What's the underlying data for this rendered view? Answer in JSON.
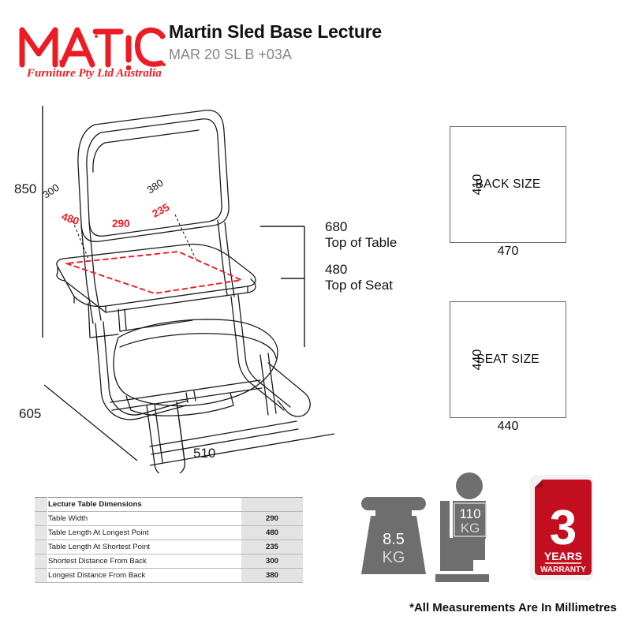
{
  "header": {
    "logo_name": "MATIC",
    "logo_tagline": "Furniture Pty Ltd Australia",
    "title": "Martin Sled Base Lecture",
    "code": "MAR 20 SL B +03A",
    "brand_red": "#e8112d"
  },
  "drawing": {
    "height_overall": "850",
    "depth": "605",
    "width": "510",
    "top_of_table_value": "680",
    "top_of_table_label": "Top of Table",
    "top_of_seat_value": "480",
    "top_of_seat_label": "Top of Seat",
    "tablet_red": "#ee1c25",
    "tablet_dims": {
      "length_longest": "480",
      "width": "290",
      "length_shortest": "235",
      "distance_shortest": "300",
      "distance_longest": "380"
    }
  },
  "size_boxes": [
    {
      "label": "BACK SIZE",
      "height": "410",
      "width": "470"
    },
    {
      "label": "SEAT SIZE",
      "height": "440",
      "width": "440"
    }
  ],
  "spec_table": {
    "title": "Lecture Table Dimensions",
    "rows": [
      {
        "name": "Table Width",
        "value": "290"
      },
      {
        "name": "Table Length At Longest Point",
        "value": "480"
      },
      {
        "name": "Table Length At Shortest Point",
        "value": "235"
      },
      {
        "name": "Shortest Distance From Back",
        "value": "300"
      },
      {
        "name": "Longest Distance From Back",
        "value": "380"
      }
    ]
  },
  "icons": {
    "weight": {
      "value": "8.5",
      "unit": "KG"
    },
    "capacity": {
      "value": "110",
      "unit": "KG"
    },
    "warranty": {
      "number": "3",
      "line1": "YEARS",
      "line2": "WARRANTY",
      "color": "#c20E1f"
    }
  },
  "footnote": "*All Measurements Are In Millimetres"
}
